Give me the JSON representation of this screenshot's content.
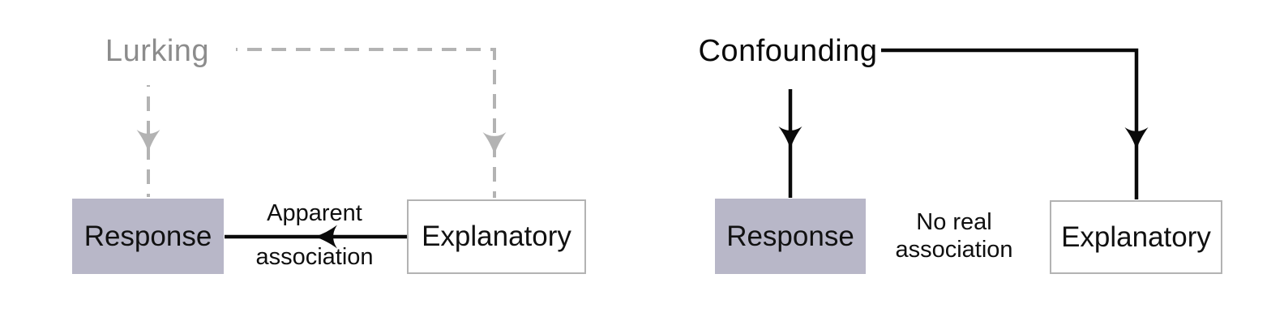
{
  "figure": {
    "description": "Two causal diagrams contrasting a lurking variable (apparent association) with a confounding variable (no real association)",
    "background": "#ffffff"
  },
  "colors": {
    "response_box_fill": "#b8b7c8",
    "explanatory_box_border": "#b3b3b3",
    "gray_text": "#8c8c8c",
    "gray_line": "#b3b3b3",
    "black_line": "#0a0a0a",
    "label_text": "#111111"
  },
  "left_panel": {
    "variable_label": "Lurking",
    "arrow_style": "dashed-gray",
    "response_box": {
      "label": "Response"
    },
    "explanatory_box": {
      "label": "Explanatory"
    },
    "association_label": {
      "line1": "Apparent",
      "line2": "association"
    }
  },
  "right_panel": {
    "variable_label": "Confounding",
    "arrow_style": "solid-black",
    "response_box": {
      "label": "Response"
    },
    "explanatory_box": {
      "label": "Explanatory"
    },
    "association_label": {
      "line1": "No real",
      "line2": "association"
    }
  }
}
